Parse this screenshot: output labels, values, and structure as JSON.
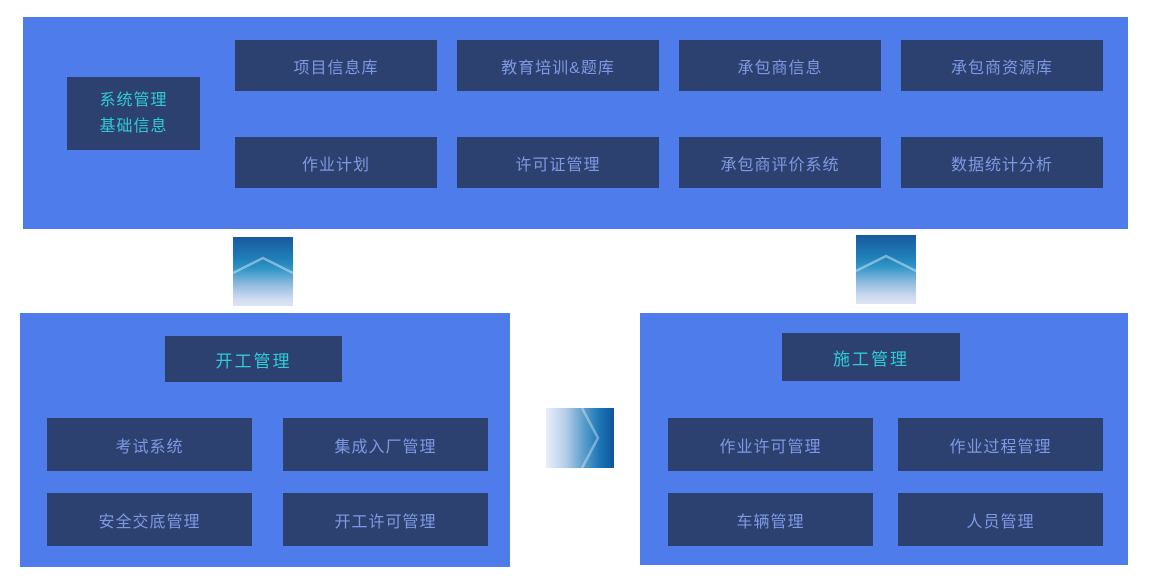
{
  "diagram": {
    "top_section": {
      "side_label": {
        "line1": "系统管理",
        "line2": "基础信息"
      },
      "row1": [
        "项目信息库",
        "教育培训&题库",
        "承包商信息",
        "承包商资源库"
      ],
      "row2": [
        "作业计划",
        "许可证管理",
        "承包商评价系统",
        "数据统计分析"
      ]
    },
    "left_section": {
      "title": "开工管理",
      "row1": [
        "考试系统",
        "集成入厂管理"
      ],
      "row2": [
        "安全交底管理",
        "开工许可管理"
      ]
    },
    "right_section": {
      "title": "施工管理",
      "row1": [
        "作业许可管理",
        "作业过程管理"
      ],
      "row2": [
        "车辆管理",
        "人员管理"
      ]
    },
    "connectors": {
      "left_vertical": "arrow-up",
      "right_vertical": "arrow-up",
      "middle_horizontal": "arrow-right"
    },
    "colors": {
      "panel_background": "#4e7cea",
      "box_background": "#2d4170",
      "title_text": "#2fccd6",
      "box_text": "#7e99e2",
      "arrow_gradient_dark": "#0d559d",
      "arrow_gradient_light": "#dbe5f4",
      "page_background": "#ffffff"
    }
  }
}
